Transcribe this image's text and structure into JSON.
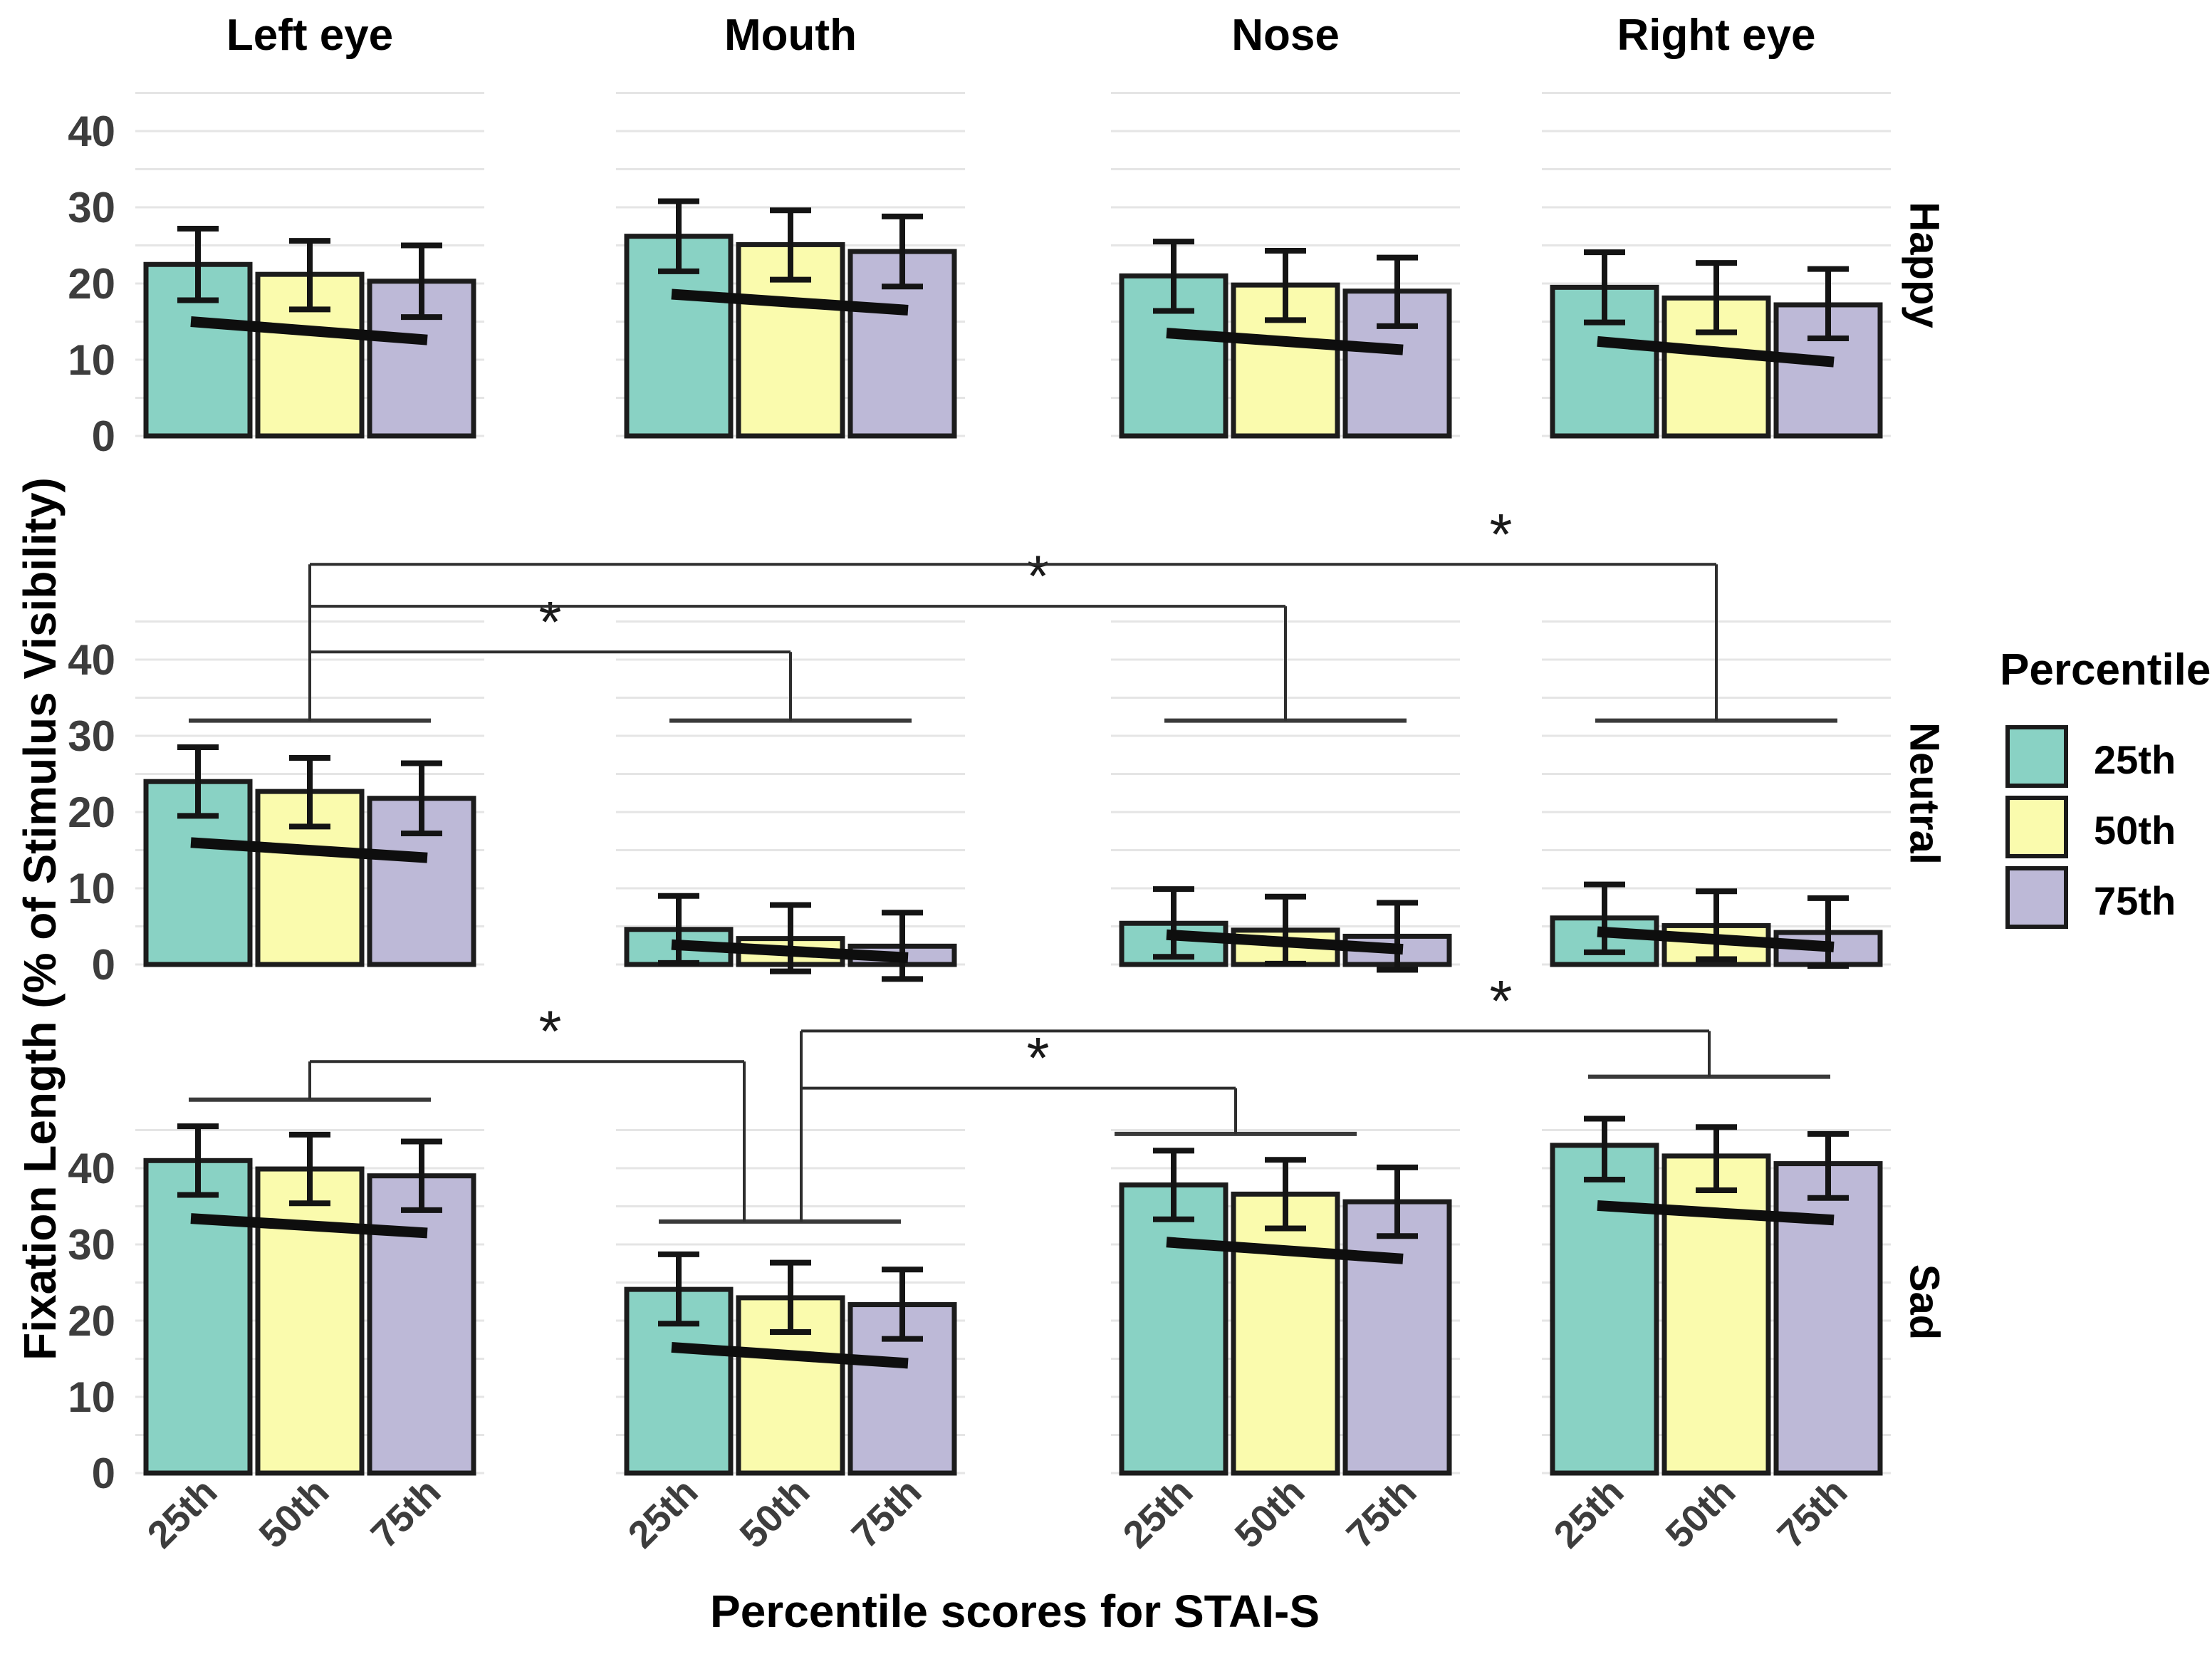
{
  "chart_data": {
    "type": "bar",
    "title": "",
    "facet_cols": [
      "Left eye",
      "Mouth",
      "Nose",
      "Right eye"
    ],
    "facet_rows": [
      "Happy",
      "Neutral",
      "Sad"
    ],
    "categories": [
      "25th",
      "50th",
      "75th"
    ],
    "series": [
      {
        "name": "25th",
        "color": "#89D2C4"
      },
      {
        "name": "50th",
        "color": "#FAFBAD"
      },
      {
        "name": "75th",
        "color": "#BDB9D7"
      }
    ],
    "xlabel": "Percentile scores for STAI-S",
    "ylabel": "Fixation Length (% of Stimulus Visibility)",
    "yticks": [
      0,
      10,
      20,
      30,
      40
    ],
    "ylim": [
      0,
      45
    ],
    "grid": true,
    "gridline_step": 5,
    "legend": {
      "title": "Percentile",
      "entries": [
        "25th",
        "50th",
        "75th"
      ],
      "position": "right"
    },
    "colors": {
      "bar_stroke": "#1c1c1c",
      "errorbar": "#141414",
      "trend_line": "#0e0e0e",
      "gridline": "#e5e5e5",
      "bracket": "#2e2e2e",
      "span": "#3a3a3a"
    },
    "rows": [
      {
        "name": "Happy",
        "panels": [
          {
            "col": "Left eye",
            "values": [
              22.5,
              21.2,
              20.3
            ],
            "err_lo": [
              17.8,
              16.6,
              15.6
            ],
            "err_hi": [
              27.2,
              25.6,
              25.0
            ],
            "trend": [
              15.0,
              12.6
            ]
          },
          {
            "col": "Mouth",
            "values": [
              26.2,
              25.1,
              24.2
            ],
            "err_lo": [
              21.6,
              20.5,
              19.6
            ],
            "err_hi": [
              30.8,
              29.6,
              28.8
            ],
            "trend": [
              18.6,
              16.5
            ]
          },
          {
            "col": "Nose",
            "values": [
              21.0,
              19.8,
              19.0
            ],
            "err_lo": [
              16.4,
              15.2,
              14.4
            ],
            "err_hi": [
              25.5,
              24.3,
              23.4
            ],
            "trend": [
              13.5,
              11.3
            ]
          },
          {
            "col": "Right eye",
            "values": [
              19.5,
              18.1,
              17.2
            ],
            "err_lo": [
              14.9,
              13.6,
              12.8
            ],
            "err_hi": [
              24.1,
              22.7,
              21.9
            ],
            "trend": [
              12.4,
              9.7
            ]
          }
        ]
      },
      {
        "name": "Neutral",
        "panels": [
          {
            "col": "Left eye",
            "values": [
              24.0,
              22.7,
              21.8
            ],
            "err_lo": [
              19.5,
              18.1,
              17.2
            ],
            "err_hi": [
              28.5,
              27.1,
              26.4
            ],
            "trend": [
              16.0,
              14.0
            ]
          },
          {
            "col": "Mouth",
            "values": [
              4.6,
              3.4,
              2.4
            ],
            "err_lo": [
              0.2,
              -0.9,
              -1.9
            ],
            "err_hi": [
              9.0,
              7.8,
              6.8
            ],
            "trend": [
              2.6,
              0.9
            ]
          },
          {
            "col": "Nose",
            "values": [
              5.4,
              4.5,
              3.7
            ],
            "err_lo": [
              1.0,
              0.1,
              -0.7
            ],
            "err_hi": [
              9.9,
              8.9,
              8.1
            ],
            "trend": [
              3.9,
              2.0
            ]
          },
          {
            "col": "Right eye",
            "values": [
              6.1,
              5.1,
              4.2
            ],
            "err_lo": [
              1.6,
              0.7,
              -0.2
            ],
            "err_hi": [
              10.5,
              9.6,
              8.7
            ],
            "trend": [
              4.3,
              2.3
            ]
          }
        ]
      },
      {
        "name": "Sad",
        "panels": [
          {
            "col": "Left eye",
            "values": [
              41.0,
              39.9,
              39.0
            ],
            "err_lo": [
              36.5,
              35.4,
              34.5
            ],
            "err_hi": [
              45.5,
              44.4,
              43.5
            ],
            "trend": [
              33.4,
              31.5
            ]
          },
          {
            "col": "Mouth",
            "values": [
              24.1,
              23.0,
              22.1
            ],
            "err_lo": [
              19.6,
              18.5,
              17.6
            ],
            "err_hi": [
              28.7,
              27.6,
              26.7
            ],
            "trend": [
              16.5,
              14.4
            ]
          },
          {
            "col": "Nose",
            "values": [
              37.8,
              36.6,
              35.6
            ],
            "err_lo": [
              33.3,
              32.1,
              31.1
            ],
            "err_hi": [
              42.3,
              41.1,
              40.1
            ],
            "trend": [
              30.3,
              28.1
            ]
          },
          {
            "col": "Right eye",
            "values": [
              43.0,
              41.6,
              40.6
            ],
            "err_lo": [
              38.5,
              37.1,
              36.1
            ],
            "err_hi": [
              46.5,
              45.4,
              44.5
            ],
            "trend": [
              35.1,
              33.2
            ]
          }
        ]
      }
    ],
    "significance": {
      "note": "row index: 1=Neutral, 2=Sad; col index: 0..3 = Left eye, Mouth, Nose, Right eye; y values in data units",
      "spans": [
        {
          "row": 1,
          "col": 0,
          "y": 32,
          "x_off": 0
        },
        {
          "row": 1,
          "col": 1,
          "y": 32,
          "x_off": 0
        },
        {
          "row": 1,
          "col": 2,
          "y": 32,
          "x_off": 0
        },
        {
          "row": 1,
          "col": 3,
          "y": 32,
          "x_off": 0
        },
        {
          "row": 2,
          "col": 0,
          "y": 49,
          "x_off": 0
        },
        {
          "row": 2,
          "col": 1,
          "y": 33,
          "x_off": -15
        },
        {
          "row": 2,
          "col": 2,
          "y": 44.5,
          "x_off": -70
        },
        {
          "row": 2,
          "col": 3,
          "y": 52,
          "x_off": -10
        }
      ],
      "brackets": [
        {
          "row": 1,
          "y": 41,
          "from": 0,
          "to": 1,
          "x1_off": 0,
          "x2_off": 0,
          "star": [
            0,
            1
          ],
          "symbol": "*"
        },
        {
          "row": 1,
          "y": 47,
          "from": 0,
          "to": 2,
          "x1_off": 0,
          "x2_off": 0,
          "star": [
            1,
            2
          ],
          "symbol": "*"
        },
        {
          "row": 1,
          "y": 52.5,
          "from": 0,
          "to": 3,
          "x1_off": 0,
          "x2_off": 0,
          "star": [
            2,
            3
          ],
          "symbol": "*"
        },
        {
          "row": 2,
          "y": 54,
          "from": 0,
          "to": 1,
          "x1_off": 0,
          "x2_off": -65,
          "star": [
            0,
            1
          ],
          "symbol": "*"
        },
        {
          "row": 2,
          "y": 50.5,
          "from": 1,
          "to": 2,
          "x1_off": 15,
          "x2_off": -70,
          "star": [
            1,
            2
          ],
          "symbol": "*"
        },
        {
          "row": 2,
          "y": 58,
          "from": 1,
          "to": 3,
          "x1_off": 15,
          "x2_off": -10,
          "star": [
            2,
            3
          ],
          "symbol": "*"
        }
      ]
    }
  }
}
